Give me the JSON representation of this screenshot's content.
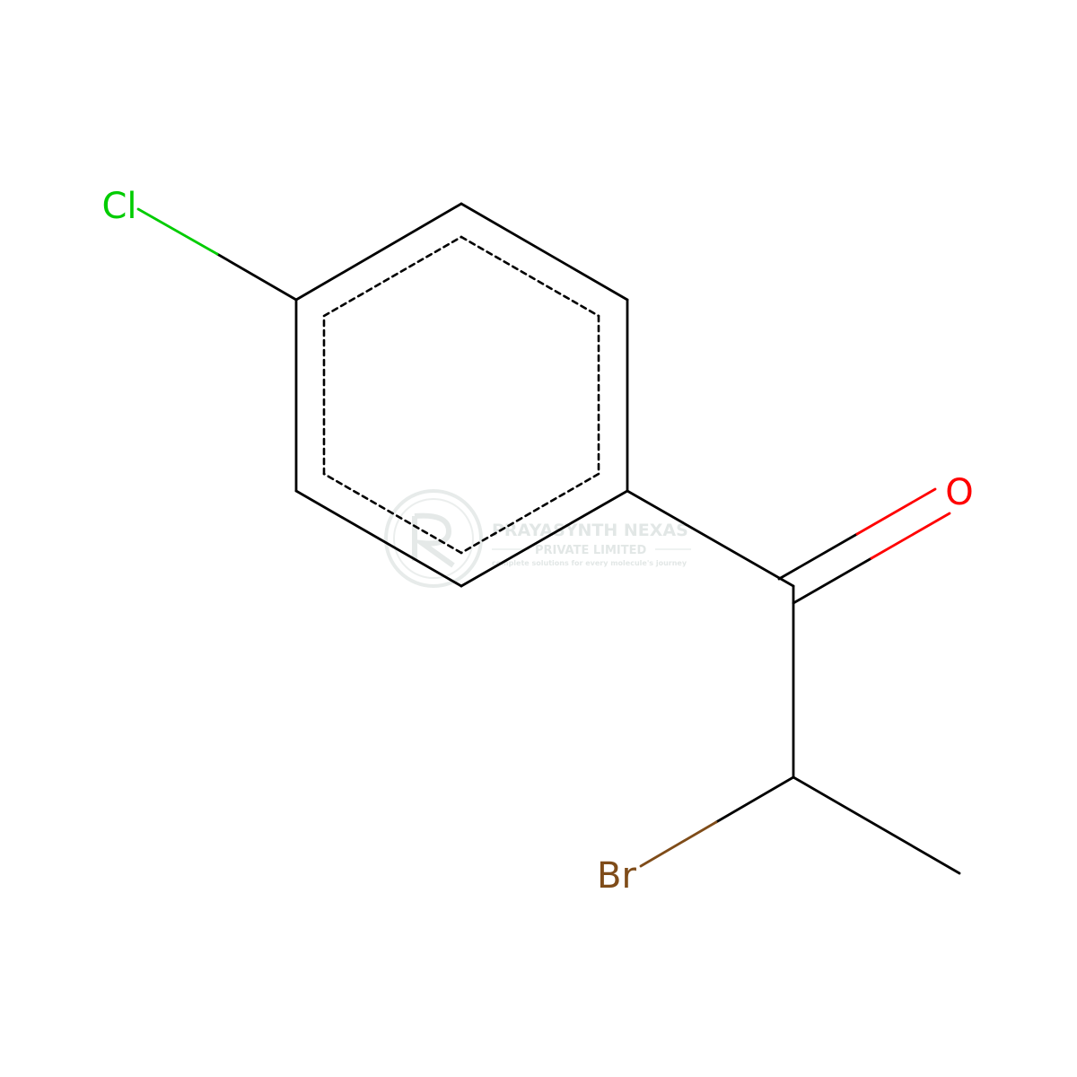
{
  "molecule": {
    "atoms": {
      "chlorine": {
        "symbol": "Cl",
        "color": "#00cc00"
      },
      "oxygen": {
        "symbol": "O",
        "color": "#ff0000"
      },
      "bromine": {
        "symbol": "Br",
        "color": "#7f4c19"
      }
    },
    "bond_color": "#000000"
  },
  "watermark": {
    "company": "PRAYASYNTH NEXAS",
    "subtitle": "PRIVATE LIMITED",
    "tagline": "complete solutions for every molecule's journey",
    "color": "#dde3e2"
  }
}
